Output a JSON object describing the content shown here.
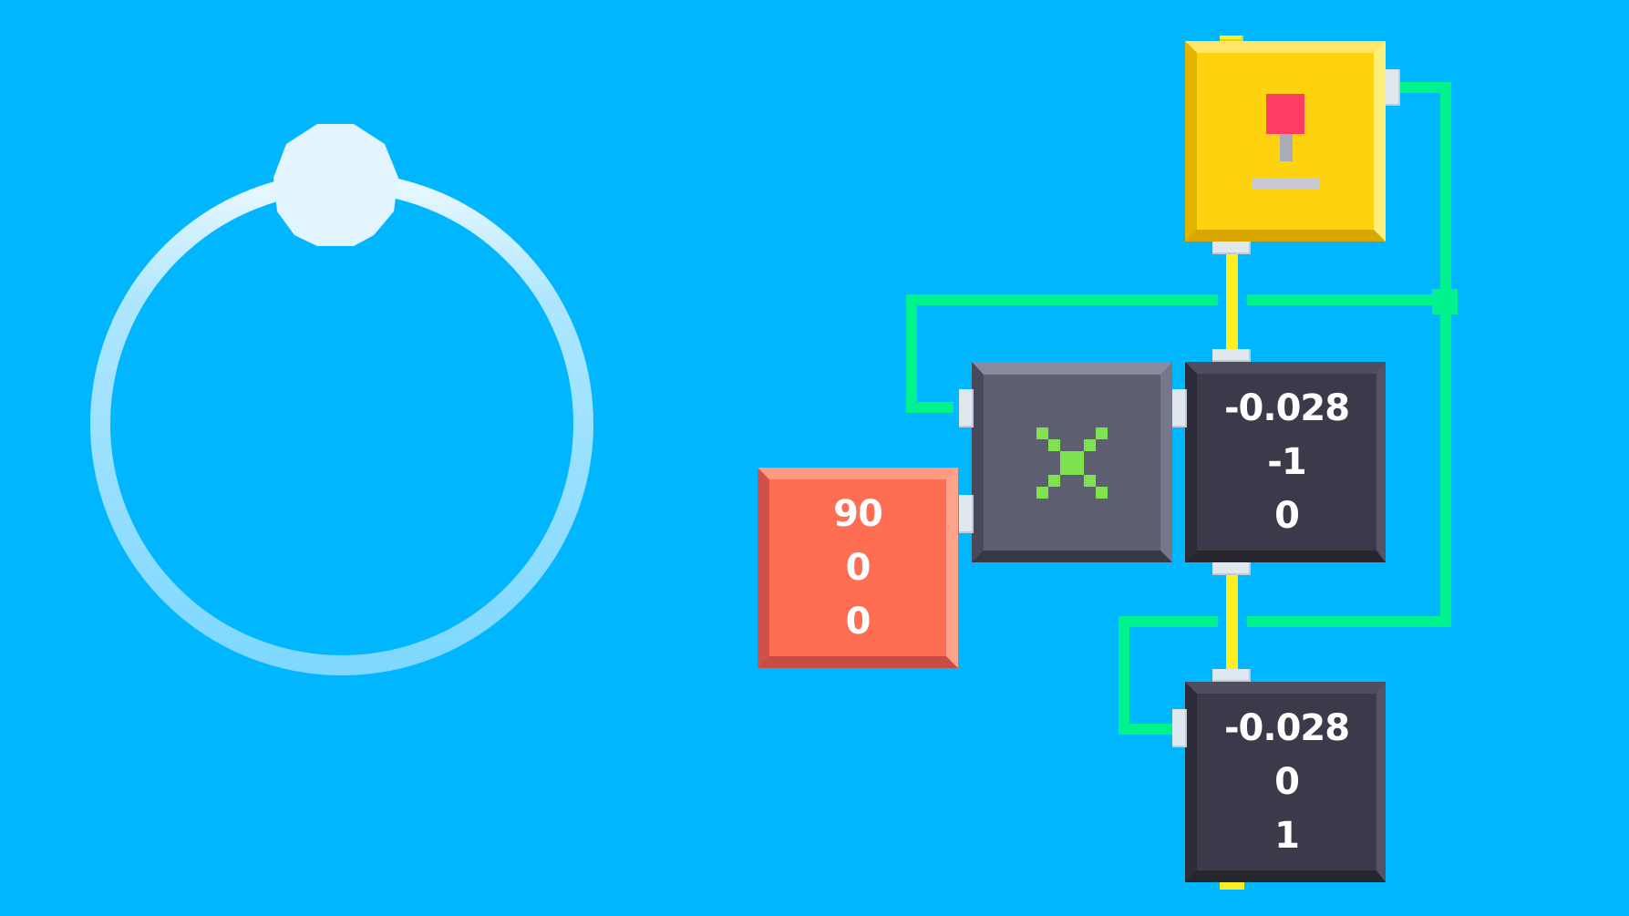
{
  "scene": {
    "background_color": "#00b7ff",
    "ring_color": "#7fd8ff",
    "handle_color": "#e2f5ff",
    "wire_green_color": "#00f28c",
    "wire_yellow_color": "#ffee22"
  },
  "blocks": {
    "trigger": {
      "icon": "toggle-switch-icon",
      "knob_color": "#ff3d63"
    },
    "multiply": {
      "icon": "multiply-x-icon",
      "icon_color": "#7fe34f"
    },
    "orange_vector": {
      "lines": [
        "90",
        "0",
        "0"
      ]
    },
    "vector_top": {
      "lines": [
        "-0.028",
        "-1",
        "0"
      ]
    },
    "vector_bottom": {
      "lines": [
        "-0.028",
        "0",
        "1"
      ]
    }
  }
}
